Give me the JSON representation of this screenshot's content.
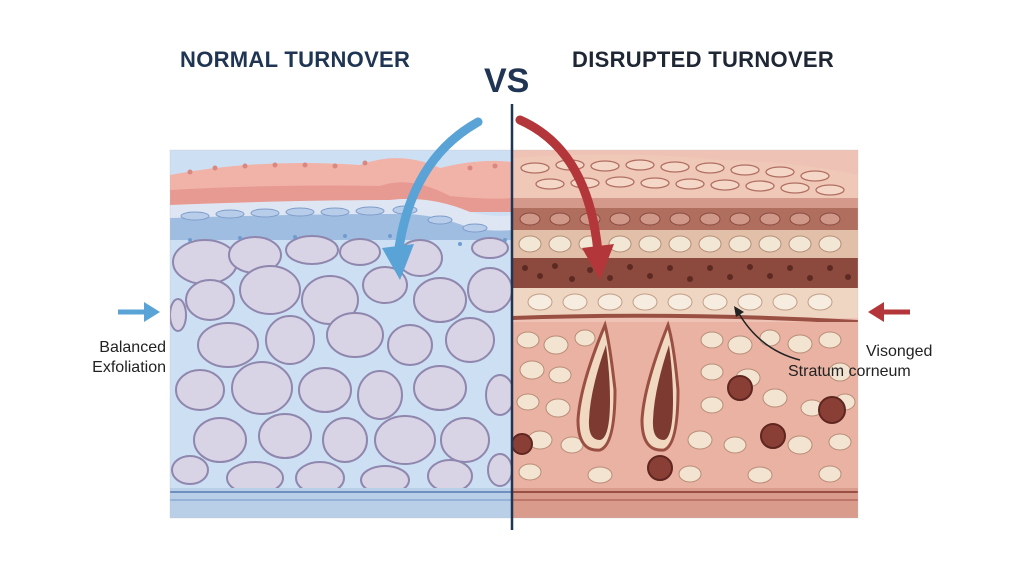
{
  "titles": {
    "left": "NORMAL TURNOVER",
    "right": "DISRUPTED TURNOVER",
    "vs": "VS"
  },
  "labels": {
    "balanced_line1": "Balanced",
    "balanced_line2": "Exfoliation",
    "visonged": "Visonged",
    "stratum": "Stratum corneum"
  },
  "colors": {
    "normal_arrow": "#5aa3d6",
    "disrupted_arrow": "#b3373a",
    "title": "#1f3553",
    "normal_bg": "#cde0f3",
    "cell_fill": "#d9d3e6",
    "disrupted_bg": "#eec3b5",
    "skin_top": "#f1b2a8"
  }
}
